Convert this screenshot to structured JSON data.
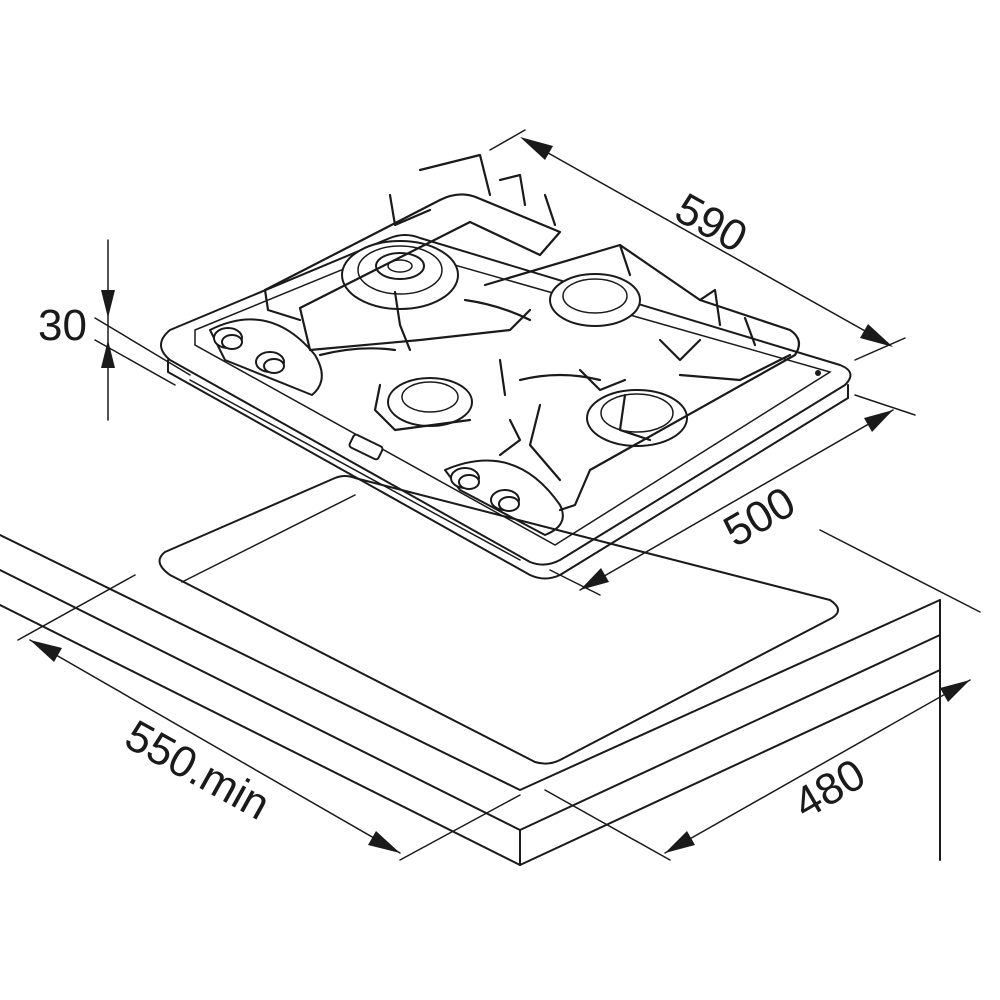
{
  "dimensions": {
    "width_top": "590",
    "depth_top": "500",
    "height": "30",
    "cutout_width": "550.min",
    "cutout_depth": "480"
  }
}
